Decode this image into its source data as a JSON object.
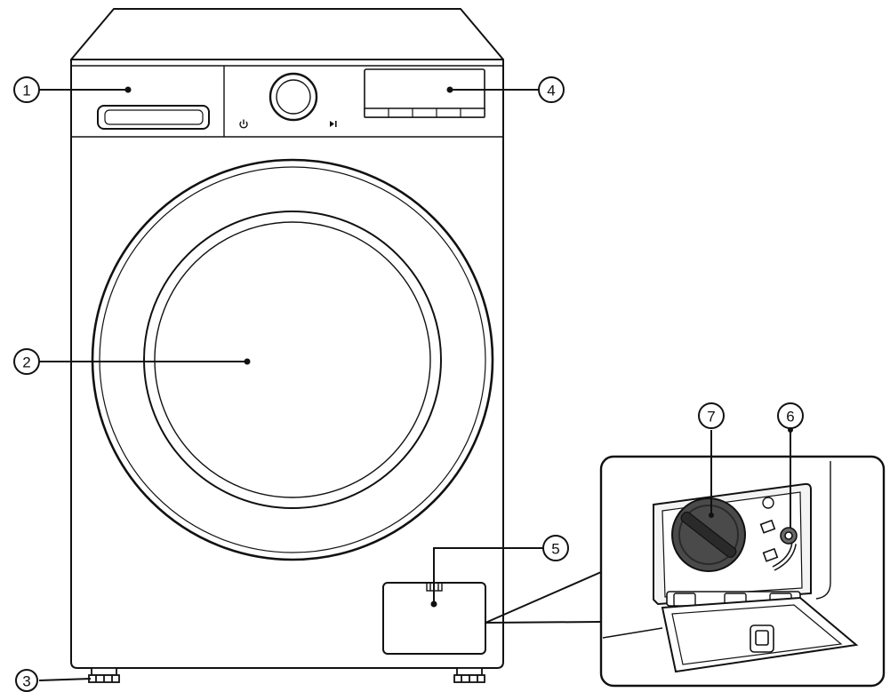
{
  "colors": {
    "line": "#111111",
    "fill": "#ffffff",
    "filter_fill": "#4a4a4a",
    "filter_dark": "#2a2a2a",
    "panel_tint": "#f4f4f4"
  },
  "controls": {
    "power_icon": "power-icon",
    "start_pause_icon": "play-pause-icon"
  },
  "callouts": [
    {
      "id": "detergent-drawer",
      "number": "1"
    },
    {
      "id": "door",
      "number": "2"
    },
    {
      "id": "adjustable-foot",
      "number": "3"
    },
    {
      "id": "control-panel-display",
      "number": "4"
    },
    {
      "id": "filter-cover",
      "number": "5"
    },
    {
      "id": "drain-hose",
      "number": "6"
    },
    {
      "id": "drain-pump-filter",
      "number": "7"
    }
  ]
}
